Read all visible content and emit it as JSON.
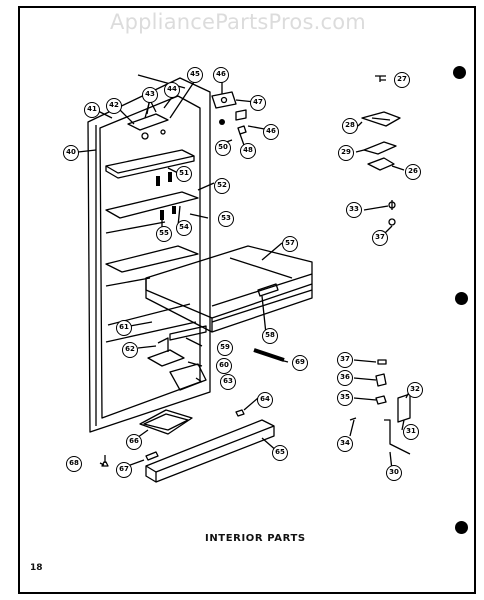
{
  "watermark": "AppliancePartsPros.com",
  "caption": "INTERIOR PARTS",
  "page_number": "18",
  "callouts": {
    "c27": "27",
    "c28": "28",
    "c29": "29",
    "c26": "26",
    "c33": "33",
    "c37a": "37",
    "c40": "40",
    "c41": "41",
    "c42": "42",
    "c43": "43",
    "c44": "44",
    "c45": "45",
    "c46a": "46",
    "c46b": "46",
    "c47": "47",
    "c48": "48",
    "c50": "50",
    "c51": "51",
    "c52": "52",
    "c53": "53",
    "c54": "54",
    "c55": "55",
    "c57": "57",
    "c58": "58",
    "c59": "59",
    "c60": "60",
    "c61": "61",
    "c62": "62",
    "c63": "63",
    "c64": "64",
    "c65": "65",
    "c66": "66",
    "c67": "67",
    "c68": "68",
    "c69": "69",
    "c37b": "37",
    "c36": "36",
    "c35": "35",
    "c34": "34",
    "c32": "32",
    "c31": "31",
    "c30": "30"
  }
}
